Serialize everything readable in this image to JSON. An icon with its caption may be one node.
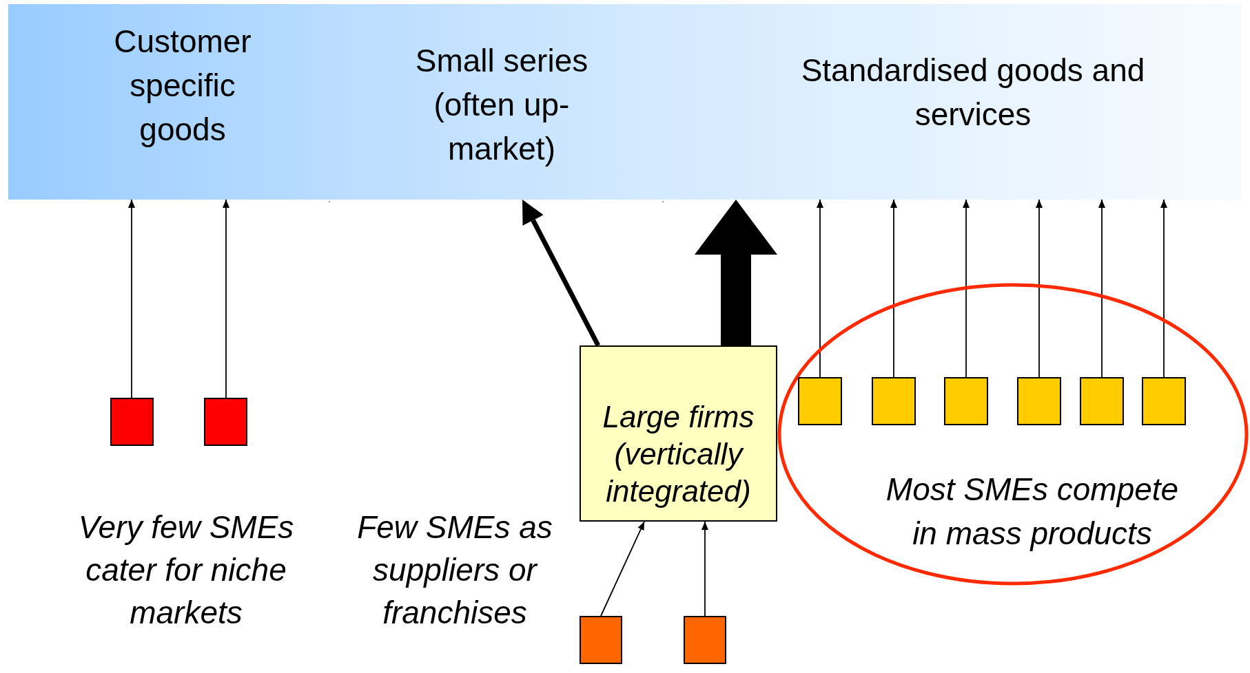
{
  "diagram": {
    "nodes": [
      {
        "text": [
          "Customer specific goods"
        ]
      },
      {
        "text": [
          "Small series (often up-market)"
        ]
      },
      {
        "text": [
          "Standardised goods and services"
        ]
      },
      {
        "text": [],
        "shape": "box"
      },
      {
        "text": [],
        "shape": "box"
      },
      {
        "text": [
          "Large firms (vertically integrated)"
        ]
      },
      {
        "text": [
          "Most SMEs compete in mass products"
        ]
      },
      {
        "text": [],
        "shape": "box",
        "in": 6
      },
      {
        "text": [],
        "shape": "box",
        "in": 6
      },
      {
        "text": [],
        "shape": "box",
        "in": 6
      },
      {
        "text": [],
        "shape": "box",
        "in": 6
      },
      {
        "text": [],
        "shape": "box",
        "in": 6
      },
      {
        "text": [],
        "shape": "box",
        "in": 6
      },
      {
        "text": [],
        "shape": "box"
      },
      {
        "text": [],
        "shape": "box"
      }
    ],
    "edges": [
      {
        "from": 3,
        "to": 0,
        "arrow": "to"
      },
      {
        "from": 4,
        "to": 0,
        "arrow": "to"
      },
      {
        "from": 5,
        "to": 1,
        "arrow": "to",
        "style": "thick"
      },
      {
        "from": 5,
        "to": 2,
        "arrow": "to",
        "style": "thick"
      },
      {
        "from": 7,
        "to": 2,
        "arrow": "to"
      },
      {
        "from": 8,
        "to": 2,
        "arrow": "to"
      },
      {
        "from": 9,
        "to": 2,
        "arrow": "to"
      },
      {
        "from": 10,
        "to": 2,
        "arrow": "to"
      },
      {
        "from": 11,
        "to": 2,
        "arrow": "to"
      },
      {
        "from": 12,
        "to": 2,
        "arrow": "to"
      },
      {
        "from": 13,
        "to": 5,
        "arrow": "to"
      },
      {
        "from": 14,
        "to": 5,
        "arrow": "to"
      }
    ],
    "labels": [
      "Very few SMEs cater for niche markets",
      "Few SMEs as suppliers or franchises"
    ]
  }
}
